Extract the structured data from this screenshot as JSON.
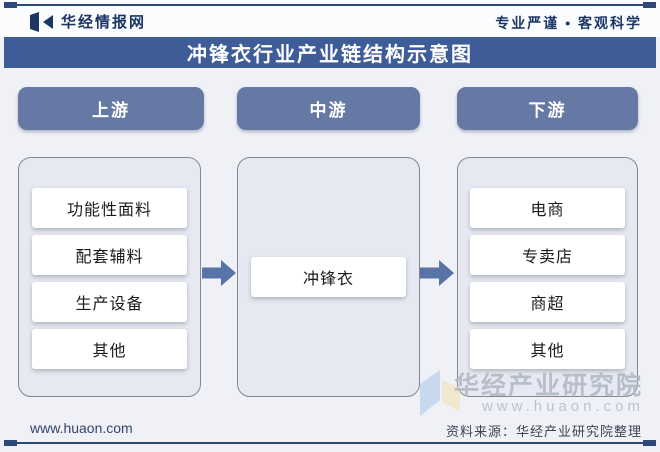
{
  "header": {
    "brand": "华经情报网",
    "tagline": "专业严谨 • 客观科学"
  },
  "title": "冲锋衣行业产业链结构示意图",
  "diagram": {
    "columns": [
      {
        "header": "上游",
        "items": [
          "功能性面料",
          "配套辅料",
          "生产设备",
          "其他"
        ]
      },
      {
        "header": "中游",
        "items": [
          "冲锋衣"
        ]
      },
      {
        "header": "下游",
        "items": [
          "电商",
          "专卖店",
          "商超",
          "其他"
        ]
      }
    ]
  },
  "watermark": {
    "name": "华经产业研究院",
    "url": "www.huaon.com"
  },
  "footer": {
    "url": "www.huaon.com",
    "source": "资料来源：华经产业研究院整理"
  },
  "colors": {
    "title_bar": "#3D5C98",
    "pill": "#6679A4",
    "arrow": "#5873A8",
    "rule": "#2E4878",
    "brand_text": "#1C3664",
    "panel": "#E6E9F1"
  }
}
